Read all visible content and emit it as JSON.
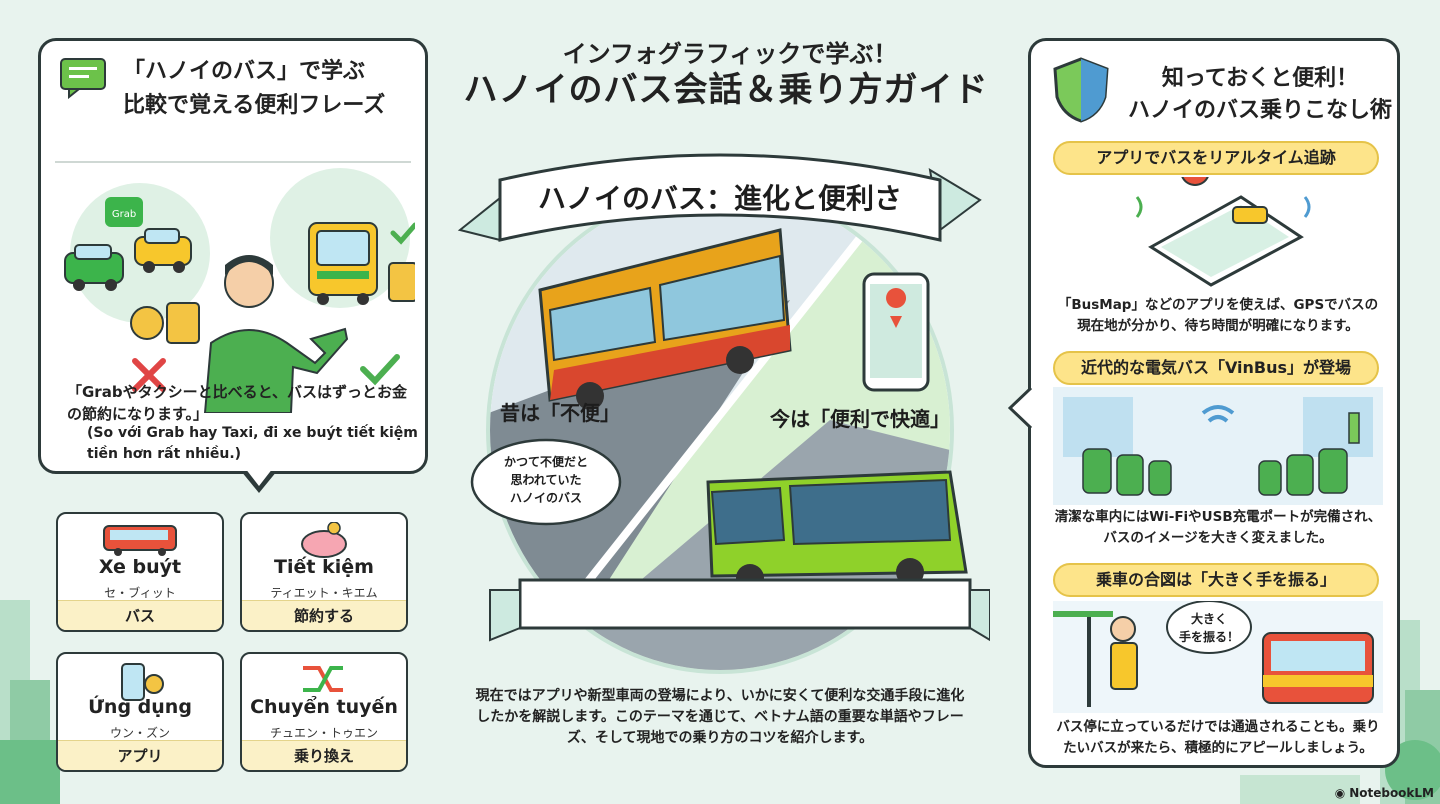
{
  "header": {
    "subtitle": "インフォグラフィックで学ぶ！",
    "title": "ハノイのバス会話＆乗り方ガイド"
  },
  "left_panel": {
    "title_line1": "「ハノイのバス」で学ぶ",
    "title_line2": "比較で覚える便利フレーズ",
    "grab_logo": "Grab",
    "quote_ja": "「Grabやタクシーと比べると、バスはずっとお金の節約になります。」",
    "quote_vi": "(So với Grab hay Taxi, đi xe buýt tiết kiệm tiền hơn rất nhiều.)"
  },
  "vocab": [
    {
      "vi": "Xe buýt",
      "kana": "セ・ブィット",
      "ja": "バス",
      "icon": "bus-icon"
    },
    {
      "vi": "Tiết kiệm",
      "kana": "ティエット・キエム",
      "ja": "節約する",
      "icon": "piggy-bank-icon"
    },
    {
      "vi": "Ứng dụng",
      "kana": "ウン・ズン",
      "ja": "アプリ",
      "icon": "phone-gear-icon"
    },
    {
      "vi": "Chuyển tuyến",
      "kana": "チュエン・トゥエン",
      "ja": "乗り換え",
      "icon": "transfer-arrows-icon"
    }
  ],
  "center": {
    "banner": "ハノイのバス：進化と便利さ",
    "past_label": "昔は「不便」",
    "now_label": "今は「便利で快適」",
    "bubble_lines": [
      "かつて不便だと",
      "思われていた",
      "ハノイのバス"
    ],
    "description": "現在ではアプリや新型車両の登場により、いかに安くて便利な交通手段に進化したかを解説します。このテーマを通じて、ベトナム語の重要な単語やフレーズ、そして現地での乗り方のコツを紹介します。"
  },
  "right_panel": {
    "title_line1": "知っておくと便利！",
    "title_line2": "ハノイのバス乗りこなし術",
    "tip1_title": "アプリでバスをリアルタイム追跡",
    "tip1_text": "「BusMap」などのアプリを使えば、GPSでバスの現在地が分かり、待ち時間が明確になります。",
    "tip2_title": "近代的な電気バス「VinBus」が登場",
    "tip2_text": "清潔な車内にはWi-FiやUSB充電ポートが完備され、バスのイメージを大きく変えました。",
    "tip3_title": "乗車の合図は「大きく手を振る」",
    "tip3_bubble": [
      "大きく",
      "手を振る！"
    ],
    "tip3_text": "バス停に立っているだけでは通過されることも。乗りたいバスが来たら、積極的にアピールしましょう。"
  },
  "footer": {
    "brand": "NotebookLM"
  },
  "colors": {
    "background": "#e8f3ee",
    "accent_yellow": "#fde48a",
    "green": "#4cae4c",
    "bus_old": "#e8a31b",
    "bus_new": "#8fd12a"
  }
}
